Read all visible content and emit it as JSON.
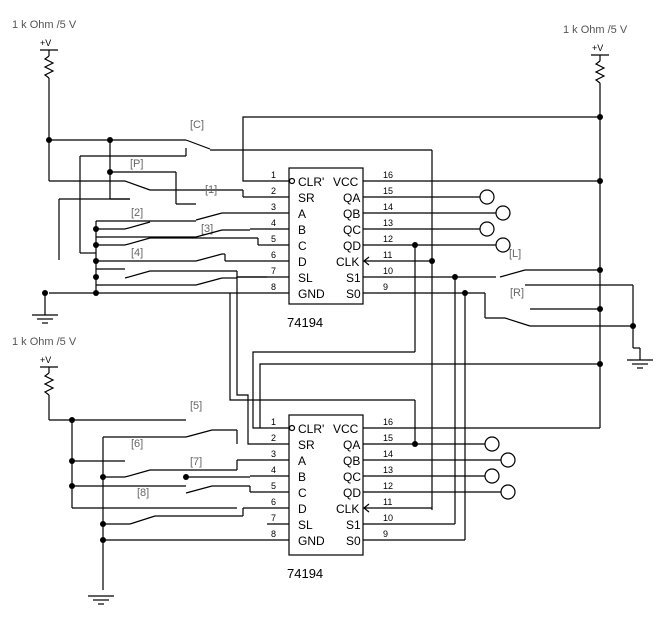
{
  "resistors": [
    {
      "label": "1 k Ohm /5 V",
      "supply": "+V"
    },
    {
      "label": "1 k Ohm /5 V",
      "supply": "+V"
    },
    {
      "label": "1 k Ohm /5 V",
      "supply": "+V"
    }
  ],
  "chip_top": {
    "name": "74194",
    "left_pins": [
      {
        "num": "1",
        "name": "CLR'"
      },
      {
        "num": "2",
        "name": "SR"
      },
      {
        "num": "3",
        "name": "A"
      },
      {
        "num": "4",
        "name": "B"
      },
      {
        "num": "5",
        "name": "C"
      },
      {
        "num": "6",
        "name": "D"
      },
      {
        "num": "7",
        "name": "SL"
      },
      {
        "num": "8",
        "name": "GND"
      }
    ],
    "right_pins": [
      {
        "num": "16",
        "name": "VCC"
      },
      {
        "num": "15",
        "name": "QA"
      },
      {
        "num": "14",
        "name": "QB"
      },
      {
        "num": "13",
        "name": "QC"
      },
      {
        "num": "12",
        "name": "QD"
      },
      {
        "num": "11",
        "name": "CLK"
      },
      {
        "num": "10",
        "name": "S1"
      },
      {
        "num": "9",
        "name": "S0"
      }
    ]
  },
  "chip_bottom": {
    "name": "74194",
    "left_pins": [
      {
        "num": "1",
        "name": "CLR'"
      },
      {
        "num": "2",
        "name": "SR"
      },
      {
        "num": "3",
        "name": "A"
      },
      {
        "num": "4",
        "name": "B"
      },
      {
        "num": "5",
        "name": "C"
      },
      {
        "num": "6",
        "name": "D"
      },
      {
        "num": "7",
        "name": "SL"
      },
      {
        "num": "8",
        "name": "GND"
      }
    ],
    "right_pins": [
      {
        "num": "16",
        "name": "VCC"
      },
      {
        "num": "15",
        "name": "QA"
      },
      {
        "num": "14",
        "name": "QB"
      },
      {
        "num": "13",
        "name": "QC"
      },
      {
        "num": "12",
        "name": "QD"
      },
      {
        "num": "11",
        "name": "CLK"
      },
      {
        "num": "10",
        "name": "S1"
      },
      {
        "num": "9",
        "name": "S0"
      }
    ]
  },
  "switches": {
    "C": "[C]",
    "P": "[P]",
    "s1": "[1]",
    "s2": "[2]",
    "s3": "[3]",
    "s4": "[4]",
    "L": "[L]",
    "R": "[R]",
    "s5": "[5]",
    "s6": "[6]",
    "s7": "[7]",
    "s8": "[8]"
  }
}
